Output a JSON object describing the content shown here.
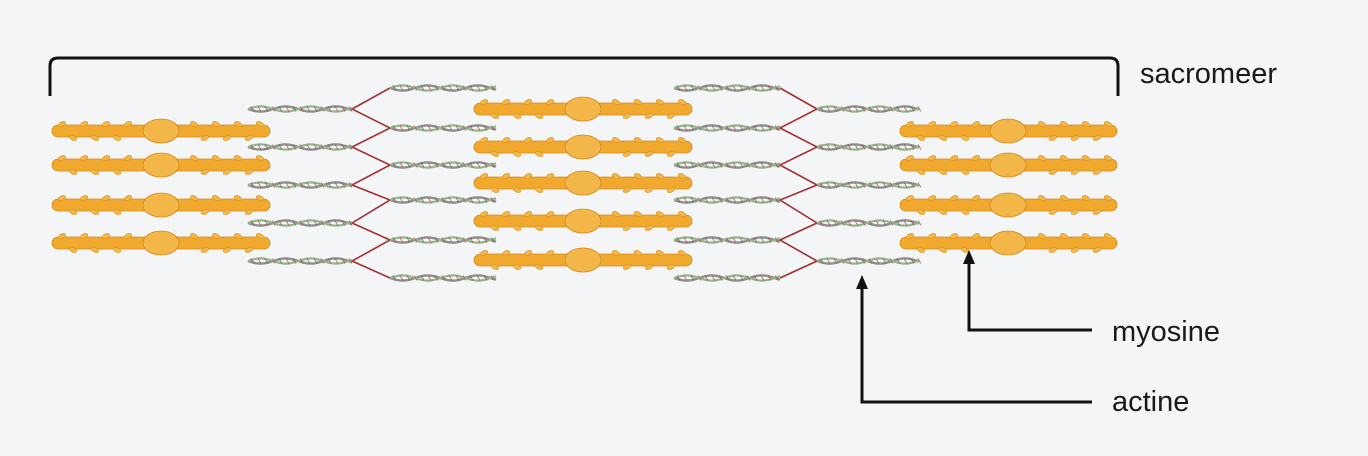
{
  "labels": {
    "sarcomere": "sacromeer",
    "myosin": "myosine",
    "actin": "actine"
  },
  "colors": {
    "background": "#f4f5f7",
    "myosin_fill": "#f0a82e",
    "myosin_head": "#f3b648",
    "myosin_outline": "#d48a1a",
    "actin_green": "#8fb58a",
    "actin_red": "#b04a4a",
    "actin_grey": "#8a8f8f",
    "titin_line": "#a33030",
    "bracket": "#111111",
    "pointer": "#111111"
  }
}
